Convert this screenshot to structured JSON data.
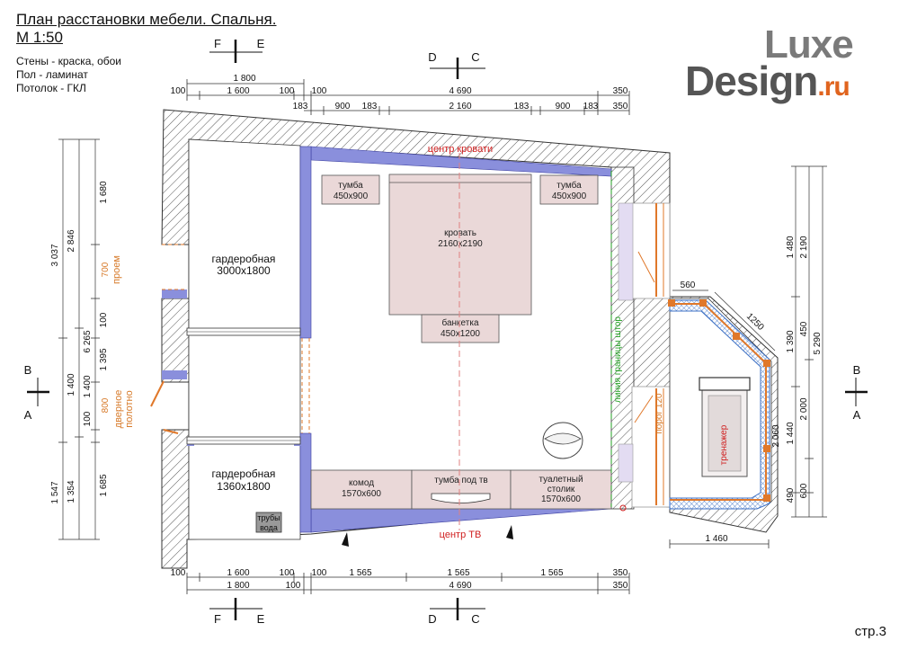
{
  "title": {
    "line1": "План расстановки мебели. Спальня.",
    "line2": "М 1:50"
  },
  "notes": [
    "Стены - краска, обои",
    "Пол - ламинат",
    "Потолок - ГКЛ"
  ],
  "logo": {
    "word1": "Luxe",
    "word2": "Design",
    "suffix": ".ru"
  },
  "page_number": "стр.3",
  "section_marks": {
    "F": "F",
    "E": "E",
    "D": "D",
    "C": "C",
    "B": "B",
    "A": "A"
  },
  "rooms": {
    "wardrobe_large": {
      "name": "гардеробная",
      "size": "3000x1800"
    },
    "wardrobe_small": {
      "name": "гардеробная",
      "size": "1360x1800"
    }
  },
  "furniture": {
    "nightstand_left": {
      "name": "тумба",
      "size": "450x900"
    },
    "nightstand_right": {
      "name": "тумба",
      "size": "450x900"
    },
    "bed": {
      "name": "кровать",
      "size": "2160x2190"
    },
    "bench": {
      "name": "банкетка",
      "size": "450x1200"
    },
    "dresser": {
      "name": "комод",
      "size": "1570x600"
    },
    "tv_stand": {
      "name": "тумба под тв"
    },
    "vanity": {
      "name": "туалетный",
      "name2": "столик",
      "size": "1570x600"
    },
    "pipes": {
      "line1": "трубы",
      "line2": "вода"
    },
    "treadmill": {
      "name": "тренажер"
    }
  },
  "annotations": {
    "bed_center": "центр кровати",
    "tv_center": "центр ТВ",
    "curtain_line": "линия границы штор",
    "threshold": "порог 120",
    "opening_dim": "700",
    "opening_label": "проем",
    "door_dim": "800",
    "door_label1": "дверное",
    "door_label2": "полотно"
  },
  "dimensions": {
    "top_row1": [
      "1 800"
    ],
    "top_row2": [
      "100",
      "1 600",
      "100",
      "100",
      "4 690",
      "350"
    ],
    "top_row3": [
      "183",
      "900",
      "183",
      "2 160",
      "183",
      "900",
      "183",
      "350"
    ],
    "bottom_row1": [
      "100",
      "1 600",
      "100",
      "100",
      "1 565",
      "1 565",
      "1 565",
      "350"
    ],
    "bottom_row2": [
      "1 800",
      "100",
      "4 690",
      "350"
    ],
    "left_col1": [
      "1 680",
      "100",
      "1 395",
      "100",
      "1 400",
      "100",
      "1 685"
    ],
    "left_col2": [
      "2 846",
      "1 400",
      "1 354"
    ],
    "left_col3": [
      "3 037",
      "6 265",
      "1 547"
    ],
    "inner_left": [
      "700",
      "800"
    ],
    "right_col1": [
      "1 480",
      "1 390",
      "2 060"
    ],
    "right_col2": [
      "2 190",
      "450",
      "2 000",
      "1 440",
      "490",
      "600"
    ],
    "right_col3": [
      "5 290"
    ],
    "bay": [
      "560",
      "1250",
      "1 460"
    ]
  },
  "colors": {
    "wall_hatch": "#555555",
    "blue_fill": "#8a8fdc",
    "furniture_fill": "#ead8d8",
    "dim_orange": "#d77a2a",
    "red_text": "#d02020",
    "green_line": "#20a020"
  }
}
